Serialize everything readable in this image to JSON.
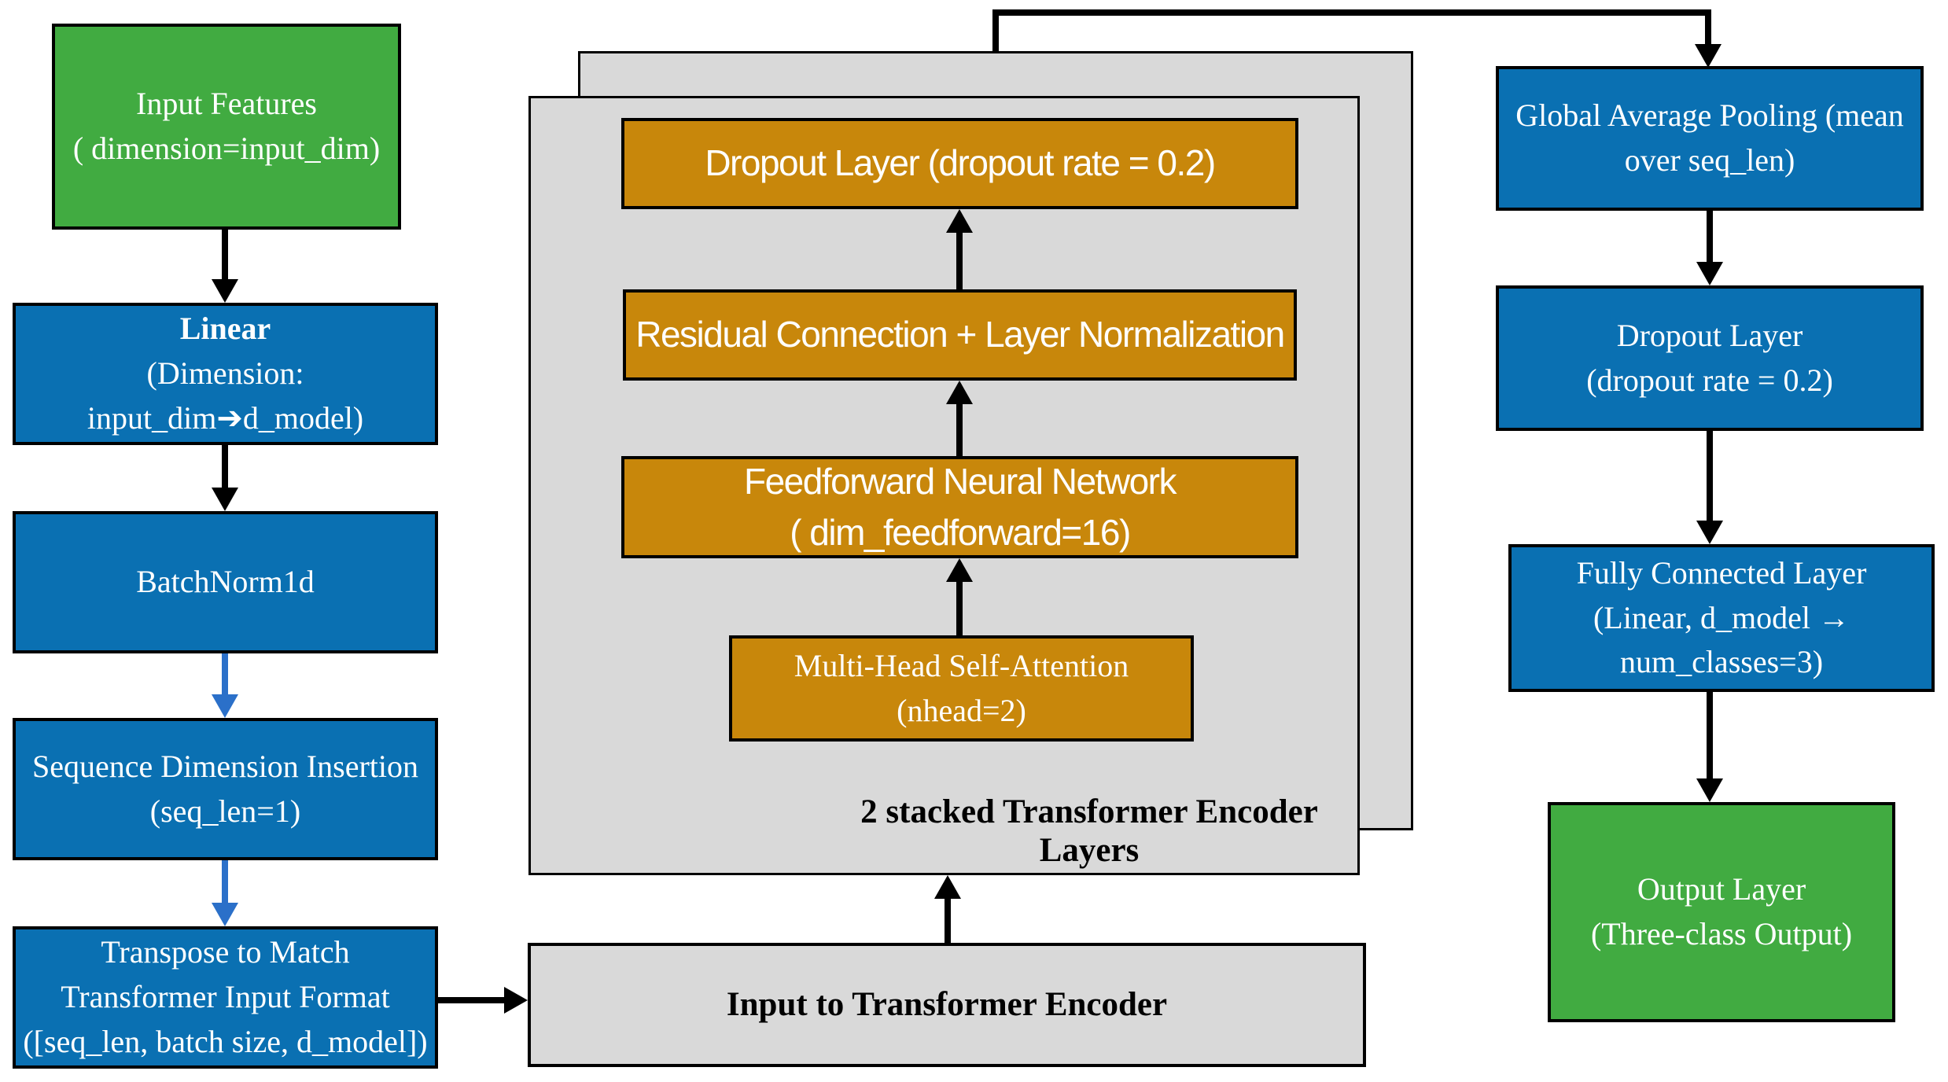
{
  "colors": {
    "green_box": "#41AB41",
    "blue_box": "#0A70B2",
    "orange_box": "#C8870B",
    "gray_container": "#D9D9D9",
    "black_arrow": "#000000",
    "blue_arrow": "#2B70C9",
    "text_on_fill": "#FFFFFF",
    "text_caption": "#000000"
  },
  "left_column": {
    "input_features": {
      "line1": "Input Features",
      "line2": "( dimension=input_dim)"
    },
    "linear": {
      "line1": "Linear",
      "line2": "(Dimension:",
      "line3": "input_dim➔d_model)"
    },
    "batchnorm": {
      "line1": "BatchNorm1d"
    },
    "sequence_insertion": {
      "line1": "Sequence Dimension Insertion",
      "line2": "(seq_len=1)"
    },
    "transpose": {
      "line1": "Transpose to Match",
      "line2": "Transformer Input Format",
      "line3": "([seq_len, batch size, d_model])"
    }
  },
  "encoder": {
    "dropout": {
      "line1": "Dropout Layer (dropout rate = 0.2)"
    },
    "residual": {
      "line1": "Residual Connection + Layer Normalization"
    },
    "feedforward": {
      "line1": "Feedforward Neural Network",
      "line2": "( dim_feedforward=16)"
    },
    "attention": {
      "line1": "Multi-Head Self-Attention",
      "line2": "(nhead=2)"
    },
    "caption": "2 stacked Transformer Encoder Layers",
    "input_box": {
      "line1": "Input to Transformer Encoder"
    }
  },
  "right_column": {
    "pooling": {
      "line1": "Global Average Pooling (mean",
      "line2": "over seq_len)"
    },
    "dropout": {
      "line1": "Dropout Layer",
      "line2": "(dropout rate = 0.2)"
    },
    "fully_connected": {
      "line1": "Fully Connected Layer",
      "line2": "(Linear, d_model →",
      "line3": "num_classes=3)"
    },
    "output": {
      "line1": "Output Layer",
      "line2": "(Three-class Output)"
    }
  }
}
